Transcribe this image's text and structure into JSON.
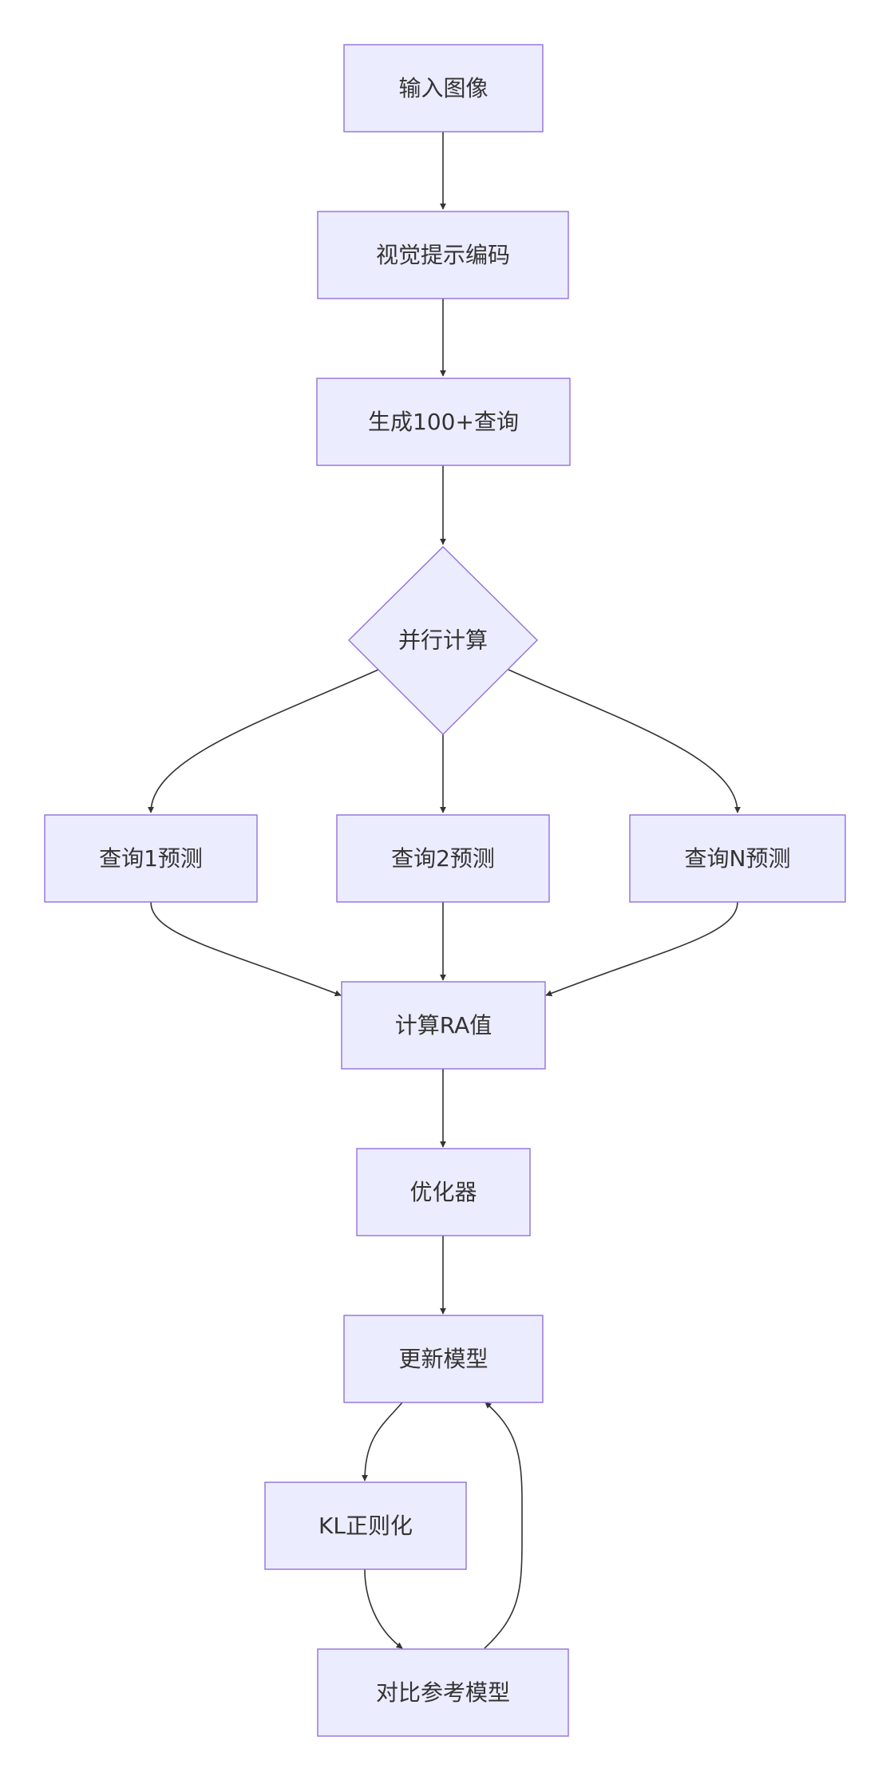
{
  "diagram": {
    "type": "flowchart",
    "nodes": {
      "input": {
        "label": "输入图像",
        "shape": "rect"
      },
      "encode": {
        "label": "视觉提示编码",
        "shape": "rect"
      },
      "generate": {
        "label": "生成100+查询",
        "shape": "rect"
      },
      "parallel": {
        "label": "并行计算",
        "shape": "diamond"
      },
      "q1": {
        "label": "查询1预测",
        "shape": "rect"
      },
      "q2": {
        "label": "查询2预测",
        "shape": "rect"
      },
      "qn": {
        "label": "查询N预测",
        "shape": "rect"
      },
      "ra": {
        "label": "计算RA值",
        "shape": "rect"
      },
      "optimizer": {
        "label": "优化器",
        "shape": "rect"
      },
      "update": {
        "label": "更新模型",
        "shape": "rect"
      },
      "kl": {
        "label": "KL正则化",
        "shape": "rect"
      },
      "compare": {
        "label": "对比参考模型",
        "shape": "rect"
      }
    },
    "edges": [
      {
        "from": "input",
        "to": "encode"
      },
      {
        "from": "encode",
        "to": "generate"
      },
      {
        "from": "generate",
        "to": "parallel"
      },
      {
        "from": "parallel",
        "to": "q1"
      },
      {
        "from": "parallel",
        "to": "q2"
      },
      {
        "from": "parallel",
        "to": "qn"
      },
      {
        "from": "q1",
        "to": "ra"
      },
      {
        "from": "q2",
        "to": "ra"
      },
      {
        "from": "qn",
        "to": "ra"
      },
      {
        "from": "ra",
        "to": "optimizer"
      },
      {
        "from": "optimizer",
        "to": "update"
      },
      {
        "from": "update",
        "to": "kl"
      },
      {
        "from": "kl",
        "to": "compare"
      },
      {
        "from": "compare",
        "to": "update"
      }
    ],
    "colors": {
      "node_fill": "#ececff",
      "node_stroke": "#9370db",
      "edge": "#333333",
      "text": "#333333"
    }
  }
}
